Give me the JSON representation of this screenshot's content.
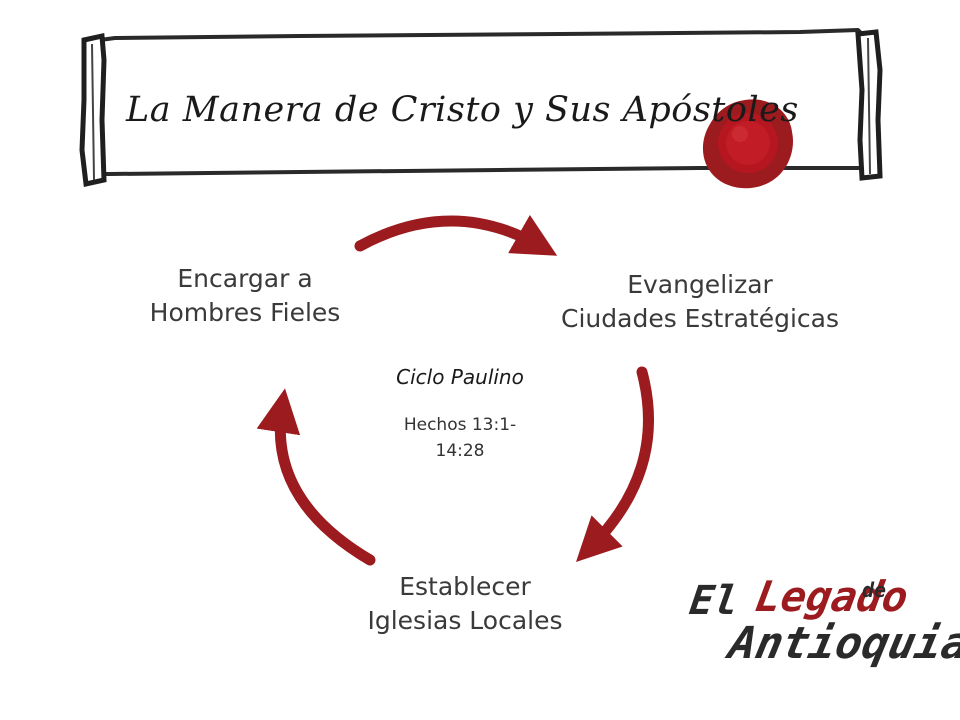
{
  "banner": {
    "title": "La Manera de Cristo y Sus Apóstoles",
    "paper_color": "#ffffff",
    "seal_color": "#b0141c"
  },
  "cycle": {
    "arrow_color": "#9c1b1f",
    "nodes": {
      "top_left": {
        "line1": "Encargar a",
        "line2": "Hombres Fieles"
      },
      "right": {
        "line1": "Evangelizar",
        "line2": "Ciudades Estratégicas"
      },
      "bottom": {
        "line1": "Establecer",
        "line2": "Iglesias Locales"
      }
    },
    "center": {
      "title": "Ciclo Paulino",
      "line1": "Hechos 13:1-",
      "line2": "14:28"
    }
  },
  "logo": {
    "word_el": "El",
    "word_legado": "Legado",
    "word_de": "de",
    "word_antioquia": "Antioquia",
    "accent_color": "#9c1b1f"
  }
}
